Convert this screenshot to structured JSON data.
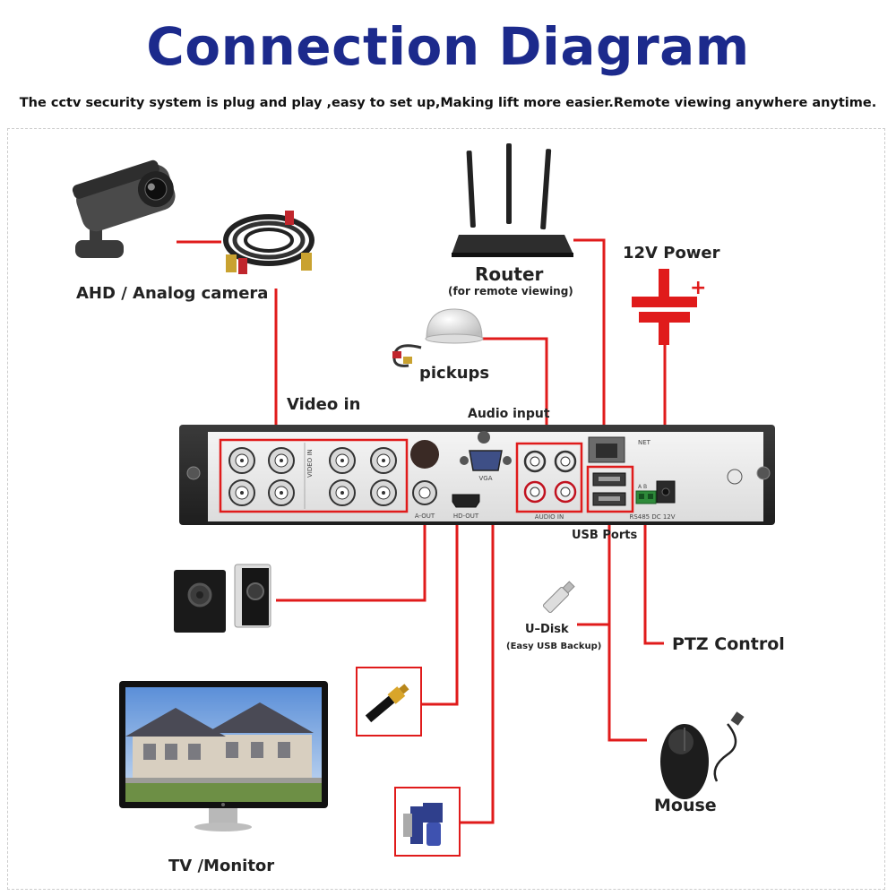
{
  "title": "Connection Diagram",
  "subtitle": "The cctv security system is plug and play ,easy to set up,Making lift more easier.Remote viewing anywhere anytime.",
  "labels": {
    "camera": "AHD / Analog camera",
    "router": "Router",
    "router_sub": "(for remote viewing)",
    "power": "12V Power",
    "pickups": "pickups",
    "video_in": "Video in",
    "audio_input": "Audio input",
    "usb_ports": "USB Ports",
    "udisk": "U–Disk",
    "udisk_sub": "(Easy USB Backup)",
    "ptz": "PTZ Control",
    "mouse": "Mouse",
    "tv": "TV /Monitor"
  },
  "panel_text": {
    "video_in": "VIDEO IN",
    "vga": "VGA",
    "hd_out": "HD-OUT",
    "a_out": "A-OUT",
    "audio_in": "AUDIO IN",
    "net": "NET",
    "rs485": "RS485 DC 12V",
    "plus": "+"
  },
  "colors": {
    "title": "#1c2a8c",
    "wire": "#e01b1b",
    "panel": "#2b2b2b"
  }
}
